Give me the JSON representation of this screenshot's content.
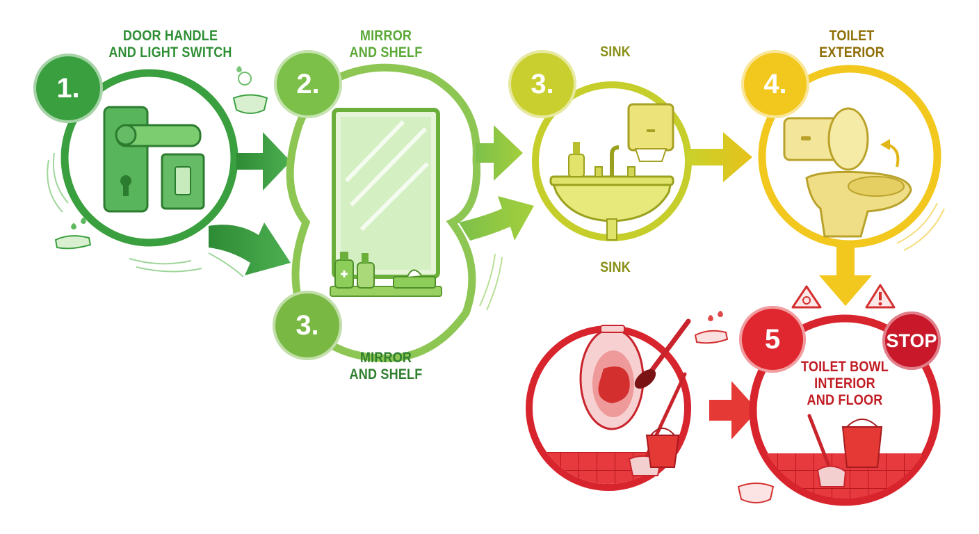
{
  "steps": [
    {
      "number": "1.",
      "label_line1": "DOOR HANDLE",
      "label_line2": "AND LIGHT SWITCH",
      "color": "#3a9f3e"
    },
    {
      "number": "2.",
      "label_line1": "MIRROR",
      "label_line2": "AND SHELF",
      "color": "#7cc04a"
    },
    {
      "number": "3.",
      "label_line1": "MIRROR",
      "label_line2": "AND SHELF",
      "color": "#79b843"
    },
    {
      "number": "3.",
      "label_line1": "SINK",
      "label_line2": "SINK",
      "color": "#c9cf2e"
    },
    {
      "number": "4.",
      "label_line1": "TOILET",
      "label_line2": "EXTERIOR",
      "color": "#f2c81e"
    },
    {
      "number": "5",
      "label_line1": "TOILET BOWL",
      "label_line2": "INTERIOR",
      "label_line3": "AND FLOOR",
      "color": "#e0262e"
    }
  ],
  "stop_sign": "STOP",
  "icons": [
    "door-handle-icon",
    "light-switch-icon",
    "mirror-icon",
    "sanitizer-bottle-icon",
    "soap-bottle-icon",
    "tissue-box-icon",
    "sink-icon",
    "paper-towel-dispenser-icon",
    "toilet-icon",
    "toilet-brush-icon",
    "mop-icon",
    "bucket-icon",
    "face-mask-icon",
    "biohazard-warning-icon",
    "warning-icon",
    "hand-wash-icon"
  ],
  "colors": {
    "green_dark": "#2f8f35",
    "green": "#3a9f3e",
    "light_green": "#7cc04a",
    "yellow_green": "#c9cf2e",
    "yellow": "#f2c81e",
    "red": "#e0262e"
  }
}
